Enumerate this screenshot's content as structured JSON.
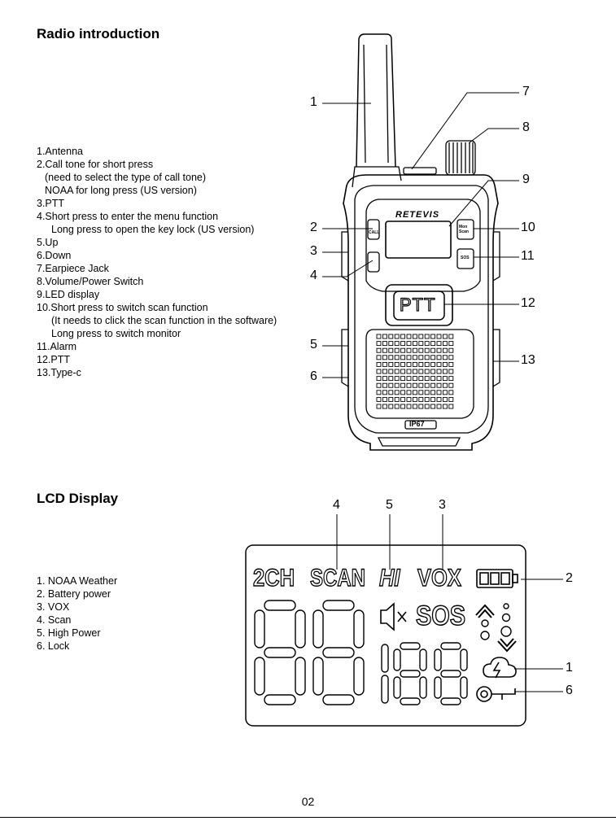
{
  "radio_section": {
    "title": "Radio introduction",
    "items": [
      "1.Antenna",
      "2.Call tone for short press",
      "(need to select the type of call tone)",
      "NOAA for long press (US version)",
      "3.PTT",
      "4.Short press to enter the menu function",
      "Long press to open the key lock (US version)",
      "5.Up",
      "6.Down",
      "7.Earpiece Jack",
      "8.Volume/Power Switch",
      "9.LED display",
      "10.Short press to switch scan function",
      "(It needs to click the scan function in the software)",
      "Long press to switch monitor",
      "11.Alarm",
      "12.PTT",
      "13.Type-c"
    ],
    "callouts": [
      "1",
      "2",
      "3",
      "4",
      "5",
      "6",
      "7",
      "8",
      "9",
      "10",
      "11",
      "12",
      "13"
    ],
    "device": {
      "brand": "RETEVIS",
      "ptt": "PTT",
      "rating": "IP67",
      "left_small_label": "CALL",
      "right_top_label": "Mon Scan",
      "right_mid_label": "SOS"
    }
  },
  "lcd_section": {
    "title": "LCD Display",
    "items": [
      "1. NOAA Weather",
      "2. Battery power",
      "3. VOX",
      "4. Scan",
      "5. High Power",
      "6. Lock"
    ],
    "callouts_top": [
      "4",
      "5",
      "3"
    ],
    "callouts_right": [
      "2",
      "1",
      "6"
    ],
    "lcd_text": {
      "ch": "2CH",
      "scan": "SCAN",
      "hi": "HI",
      "vox": "VOX",
      "sos": "SOS"
    }
  },
  "page_number": "02"
}
